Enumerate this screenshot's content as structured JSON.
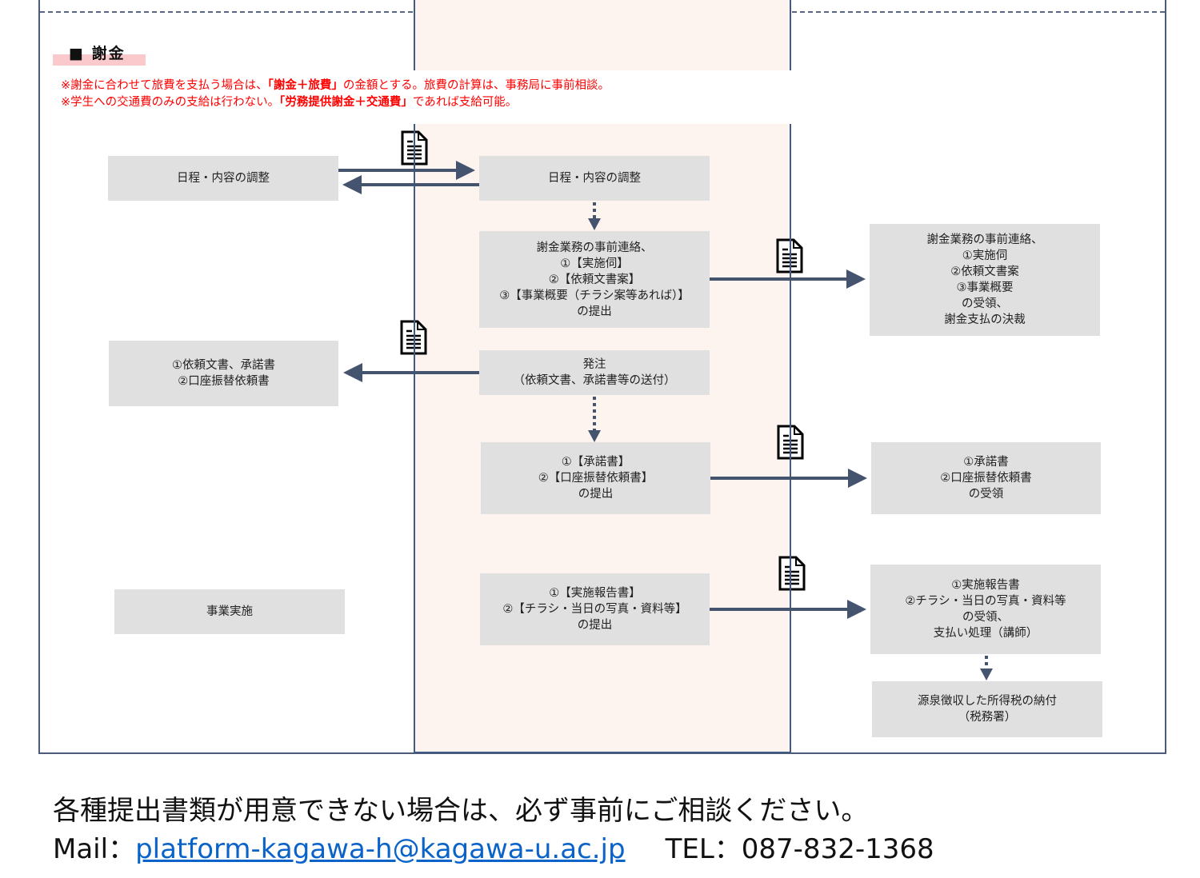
{
  "section": {
    "title": "■ 謝金"
  },
  "notes": [
    {
      "pre": "※謝金に合わせて旅費を支払う場合は、",
      "bold": "「謝金＋旅費」",
      "post": "の金額とする。旅費の計算は、事務局に事前相談。"
    },
    {
      "pre": "※学生への交通費のみの支給は行わない。",
      "bold": "「労務提供謝金＋交通費」",
      "post": "であれば支給可能。"
    }
  ],
  "boxes": {
    "left_schedule": "日程・内容の調整",
    "left_documents": "①依頼文書、承諾書\n②口座振替依頼書",
    "left_execution": "事業実施",
    "mid_schedule": "日程・内容の調整",
    "mid_prior_contact": "謝金業務の事前連絡、\n①【実施伺】\n②【依頼文書案】\n③【事業概要（チラシ案等あれば）】\nの提出",
    "mid_order": "発注\n（依頼文書、承諾書等の送付）",
    "mid_consent_submit": "①【承諾書】\n②【口座振替依頼書】\nの提出",
    "mid_report_submit": "①【実施報告書】\n②【チラシ・当日の写真・資料等】\nの提出",
    "right_prior_receipt": "謝金業務の事前連絡、\n①実施伺\n②依頼文書案\n③事業概要\nの受領、\n謝金支払の決裁",
    "right_consent_receipt": "①承諾書\n②口座振替依頼書\nの受領",
    "right_report_receipt": "①実施報告書\n②チラシ・当日の写真・資料等\nの受領、\n支払い処理（講師）",
    "right_tax_payment": "源泉徴収した所得税の納付\n（税務署）"
  },
  "footer": {
    "line1": "各種提出書類が用意できない場合は、必ず事前にご相談ください。",
    "mail_label": "Mail：",
    "mail_address": "platform-kagawa-h@kagawa-u.ac.jp",
    "mail_href": "mailto:platform-kagawa-h@kagawa-u.ac.jp",
    "tel": "TEL：087-832-1368"
  },
  "colors": {
    "arrow": "#44546f",
    "note_red": "#ff0000",
    "box_gray": "#e0e0e0",
    "mid_column_bg": "#fdf3ef",
    "link_blue": "#0a63c9"
  }
}
